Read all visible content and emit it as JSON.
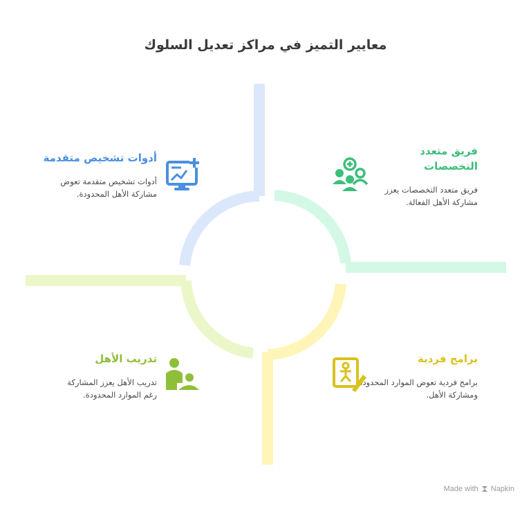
{
  "title": "معايير التميز في مراكز تعديل السلوك",
  "colors": {
    "blue": "#4a8fe0",
    "blue_light": "#dbe8fc",
    "green": "#3cbf7a",
    "green_light": "#d3f9e6",
    "lime": "#8fbf3a",
    "lime_light": "#ebf7c9",
    "yellow": "#d9c21c",
    "yellow_light": "#fff5b8"
  },
  "quadrants": {
    "top_left": {
      "heading": "أدوات تشخيص متقدمة",
      "text": [
        "أدوات تشخيص متقدمة تعوض",
        "مشاركة الأهل المحدودة."
      ],
      "icon": "monitor-chart-icon"
    },
    "top_right": {
      "heading": [
        "فريق متعدد",
        "التخصصات"
      ],
      "text": [
        "فريق متعدد التخصصات يعزز",
        "مشاركة الأهل الفعالة."
      ],
      "icon": "team-group-icon"
    },
    "bottom_left": {
      "heading": "تدريب الأهل",
      "text": [
        "تدريب الأهل يعزز المشاركة",
        "رغم الموارد المحدودة."
      ],
      "icon": "parent-child-icon"
    },
    "bottom_right": {
      "heading": "برامج فردية",
      "text": [
        "برامج فردية تعوض الموارد المحدودة",
        "ومشاركة الأهل."
      ],
      "icon": "personal-program-icon"
    }
  },
  "watermark": {
    "prefix": "Made with",
    "brand": "Napkin"
  }
}
